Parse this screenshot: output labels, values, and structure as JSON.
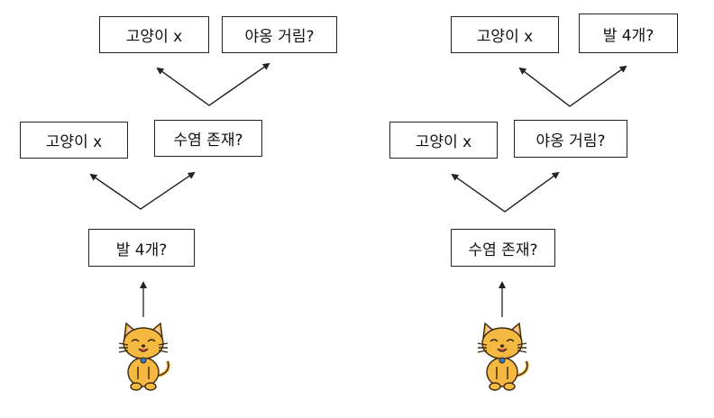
{
  "diagrams": [
    {
      "name": "left-tree",
      "root": "발 4개?",
      "level1": {
        "left": "고양이 x",
        "right": "수염 존재?"
      },
      "level2": {
        "left": "고양이 x",
        "right": "야옹 거림?"
      }
    },
    {
      "name": "right-tree",
      "root": "수염 존재?",
      "level1": {
        "left": "고양이 x",
        "right": "야옹 거림?"
      },
      "level2": {
        "left": "고양이 x",
        "right": "발 4개?"
      }
    }
  ],
  "icons": {
    "input": "cat-icon"
  },
  "colors": {
    "line": "#222222",
    "box_border": "#222222",
    "cat_fur": "#F5B942",
    "cat_outline": "#3a2a10"
  }
}
